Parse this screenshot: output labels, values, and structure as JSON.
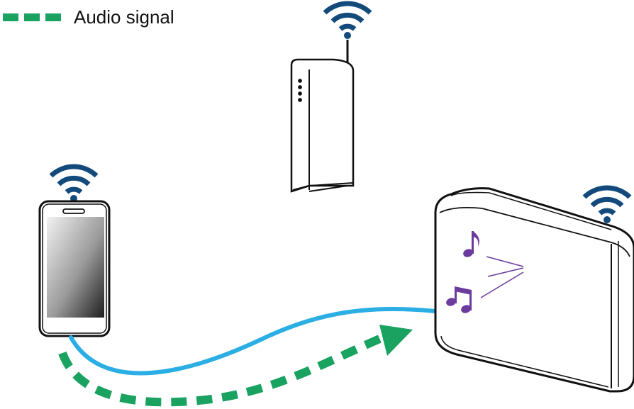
{
  "legend": {
    "label": "Audio signal",
    "color": "#1aa260"
  },
  "colors": {
    "wifi": "#134a7c",
    "cable": "#2aaee4",
    "audio_arrow": "#1aa260",
    "music_notes": "#6b3b9e",
    "outline": "#111111"
  },
  "devices": [
    {
      "id": "router",
      "icon": "router-icon",
      "wifi": true
    },
    {
      "id": "smartphone",
      "icon": "smartphone-icon",
      "wifi": true
    },
    {
      "id": "speaker",
      "icon": "speaker-icon",
      "wifi": true
    }
  ]
}
